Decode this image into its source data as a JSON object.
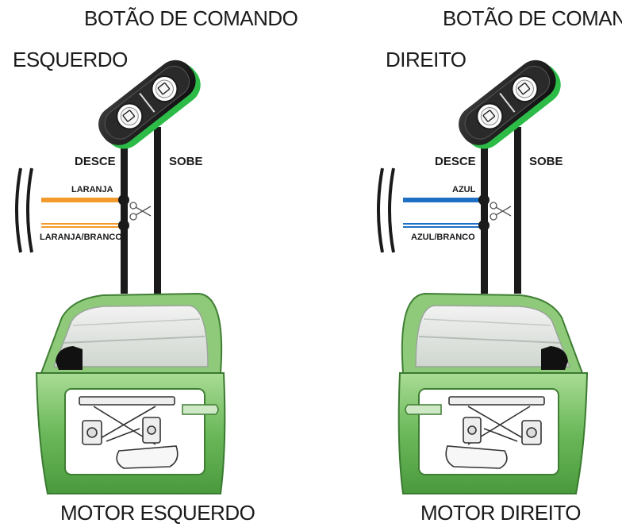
{
  "left": {
    "header": "BOTÃO DE COMANDO",
    "side": "ESQUERDO",
    "down_label": "DESCE",
    "up_label": "SOBE",
    "wire1_label": "LARANJA",
    "wire2_label": "LARANJA/BRANCO",
    "motor_label": "MOTOR ESQUERDO",
    "wire1_color": "#f39a2c",
    "wire2_color": "#f39a2c"
  },
  "right": {
    "header": "BOTÃO DE COMANDO",
    "side": "DIREITO",
    "down_label": "DESCE",
    "up_label": "SOBE",
    "wire1_label": "AZUL",
    "wire2_label": "AZUL/BRANCO",
    "motor_label": "MOTOR DIREITO",
    "wire1_color": "#1f6fc4",
    "wire2_color": "#1f6fc4"
  },
  "colors": {
    "door_green": "#5aa84a",
    "door_light": "#8fcf7a",
    "switch_body": "#1c1c1c",
    "switch_accent": "#3dbb4a",
    "wire_black": "#1a1a1a"
  },
  "icons": [
    "window-switch-icon",
    "scissors-icon",
    "window-regulator-icon"
  ]
}
